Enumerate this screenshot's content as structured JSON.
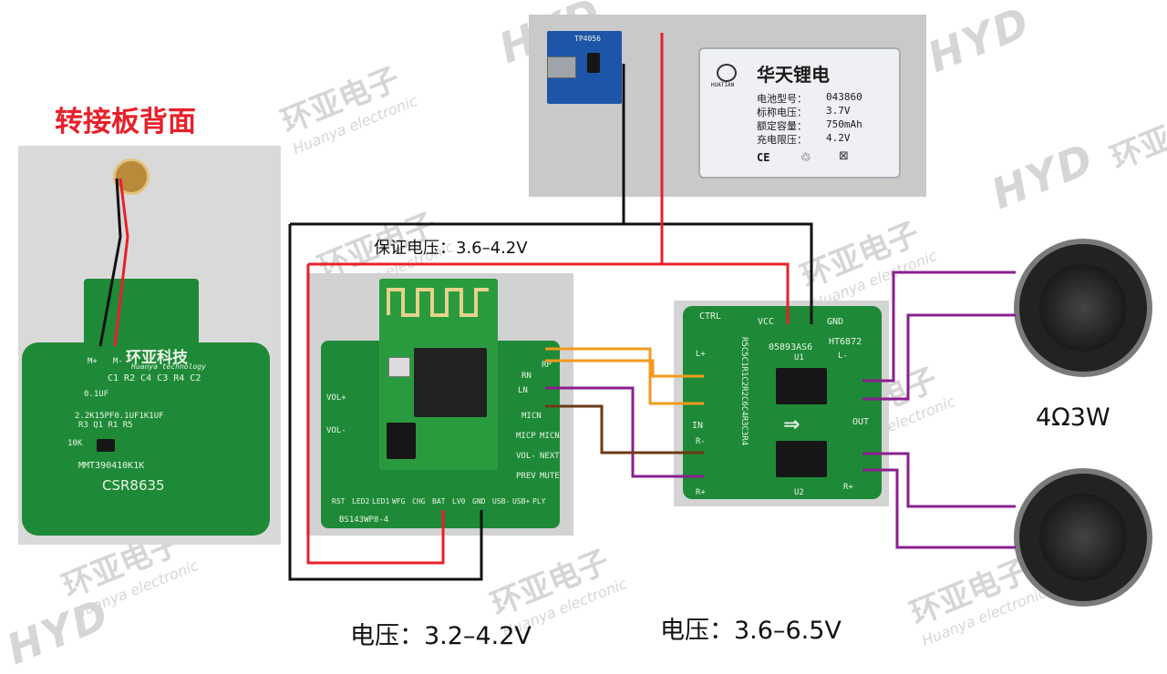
{
  "labels": {
    "back_title": "转接板背面",
    "guarantee_voltage": "保证电压：3.6–4.2V",
    "voltage_bt": "电压：3.2–4.2V",
    "voltage_amp": "电压：3.6–6.5V",
    "speaker_spec": "4Ω3W"
  },
  "watermark": {
    "brand": "HYD",
    "cn": "环亚电子",
    "en": "Huanya electronic"
  },
  "adapter_board": {
    "logo_cn": "环亚科技",
    "logo_en": "Huanya technology",
    "pins_top": [
      "M+",
      "M-"
    ],
    "silk_rows": [
      "0.1UF",
      "C1 R2 C4 C3 R4 C2",
      "2.2K15PF0.1UF1K1UF",
      "R3   Q1   R1 R5"
    ],
    "part_row": "MMT390410K1K",
    "chip_label": "CSR8635",
    "ten_k": "10K"
  },
  "battery": {
    "charger_label": "TP4056",
    "brand_cn": "华天锂电",
    "brand_en": "HUATIAN",
    "rows": [
      {
        "k": "电池型号：",
        "v": "043860"
      },
      {
        "k": "标称电压：",
        "v": "3.7V"
      },
      {
        "k": "额定容量：",
        "v": "750mAh"
      },
      {
        "k": "充电限压：",
        "v": "4.2V"
      }
    ],
    "ce": "CE"
  },
  "bt_module": {
    "left_pins": [
      "VOL+",
      "VOL-"
    ],
    "right_pins": [
      "MICN",
      "MICP",
      "MICN",
      "VOL-",
      "NEXT",
      "PREV",
      "MUTE"
    ],
    "top_pins": [
      "RN",
      "RP",
      "LN"
    ],
    "bottom_pins": [
      "RST",
      "LED2",
      "LED1",
      "WFG",
      "CHG",
      "BAT",
      "LV0",
      "GND",
      "USB-",
      "USB+",
      "PLY"
    ],
    "part_label": "BS143WP8-4"
  },
  "amp_board": {
    "top_left": "CTRL",
    "vcc": "VCC",
    "gnd": "GND",
    "chip1_code": "05893AS6",
    "chip2_code": "HT6872",
    "u1": "U1",
    "u2": "U2",
    "in_label": "IN",
    "out_label": "OUT",
    "l_plus": "L+",
    "l_minus": "L-",
    "r_plus": "R+",
    "r_minus": "R-",
    "side_silk": "R5C5C1R1C2R2C6C4R3C3R4"
  },
  "colors": {
    "red_wire": "#e8202a",
    "black_wire": "#111111",
    "orange_wire": "#f39a1e",
    "purple_wire": "#8a1f8f",
    "brown_wire": "#6b3a14",
    "pcb": "#1e8a37"
  }
}
